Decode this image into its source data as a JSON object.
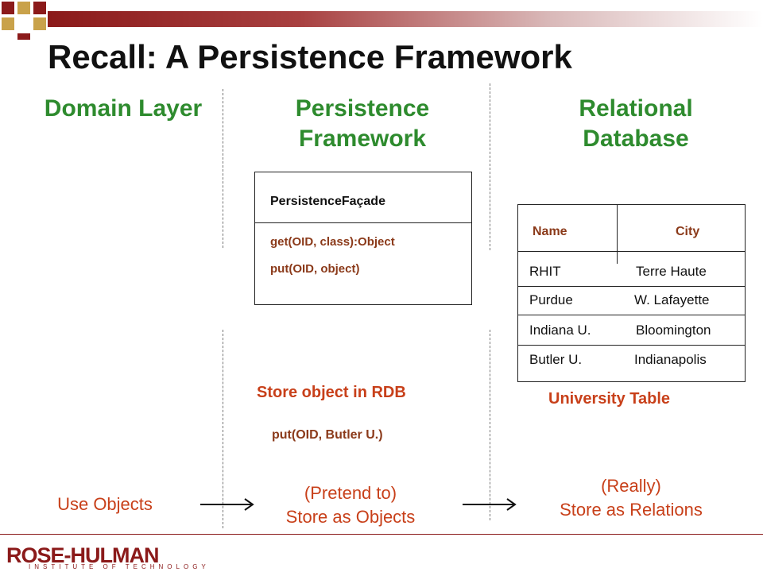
{
  "title": "Recall: A Persistence Framework",
  "columns": {
    "domain": {
      "heading": "Domain Layer"
    },
    "persistence": {
      "heading_line1": "Persistence",
      "heading_line2": "Framework"
    },
    "database": {
      "heading_line1": "Relational",
      "heading_line2": "Database"
    }
  },
  "facade": {
    "name": "PersistenceFaçade",
    "methods": [
      "get(OID, class):Object",
      "put(OID, object)"
    ]
  },
  "university_table": {
    "headers": [
      "Name",
      "City"
    ],
    "rows": [
      [
        "RHIT",
        "Terre Haute"
      ],
      [
        "Purdue",
        "W. Lafayette"
      ],
      [
        "Indiana U.",
        "Bloomington"
      ],
      [
        "Butler U.",
        "Indianapolis"
      ]
    ],
    "caption": "University Table"
  },
  "store_label": "Store object in RDB",
  "put_call": "put(OID, Butler U.)",
  "flow": {
    "step1": "Use Objects",
    "step2_line1": "(Pretend to)",
    "step2_line2": "Store as Objects",
    "step3_line1": "(Really)",
    "step3_line2": "Store as Relations"
  },
  "logo": {
    "main": "ROSE-HULMAN",
    "sub": "INSTITUTE OF TECHNOLOGY"
  },
  "colors": {
    "heading_green": "#2e8b2e",
    "accent_red": "#c8401a",
    "brand_maroon": "#8b1a1a"
  }
}
